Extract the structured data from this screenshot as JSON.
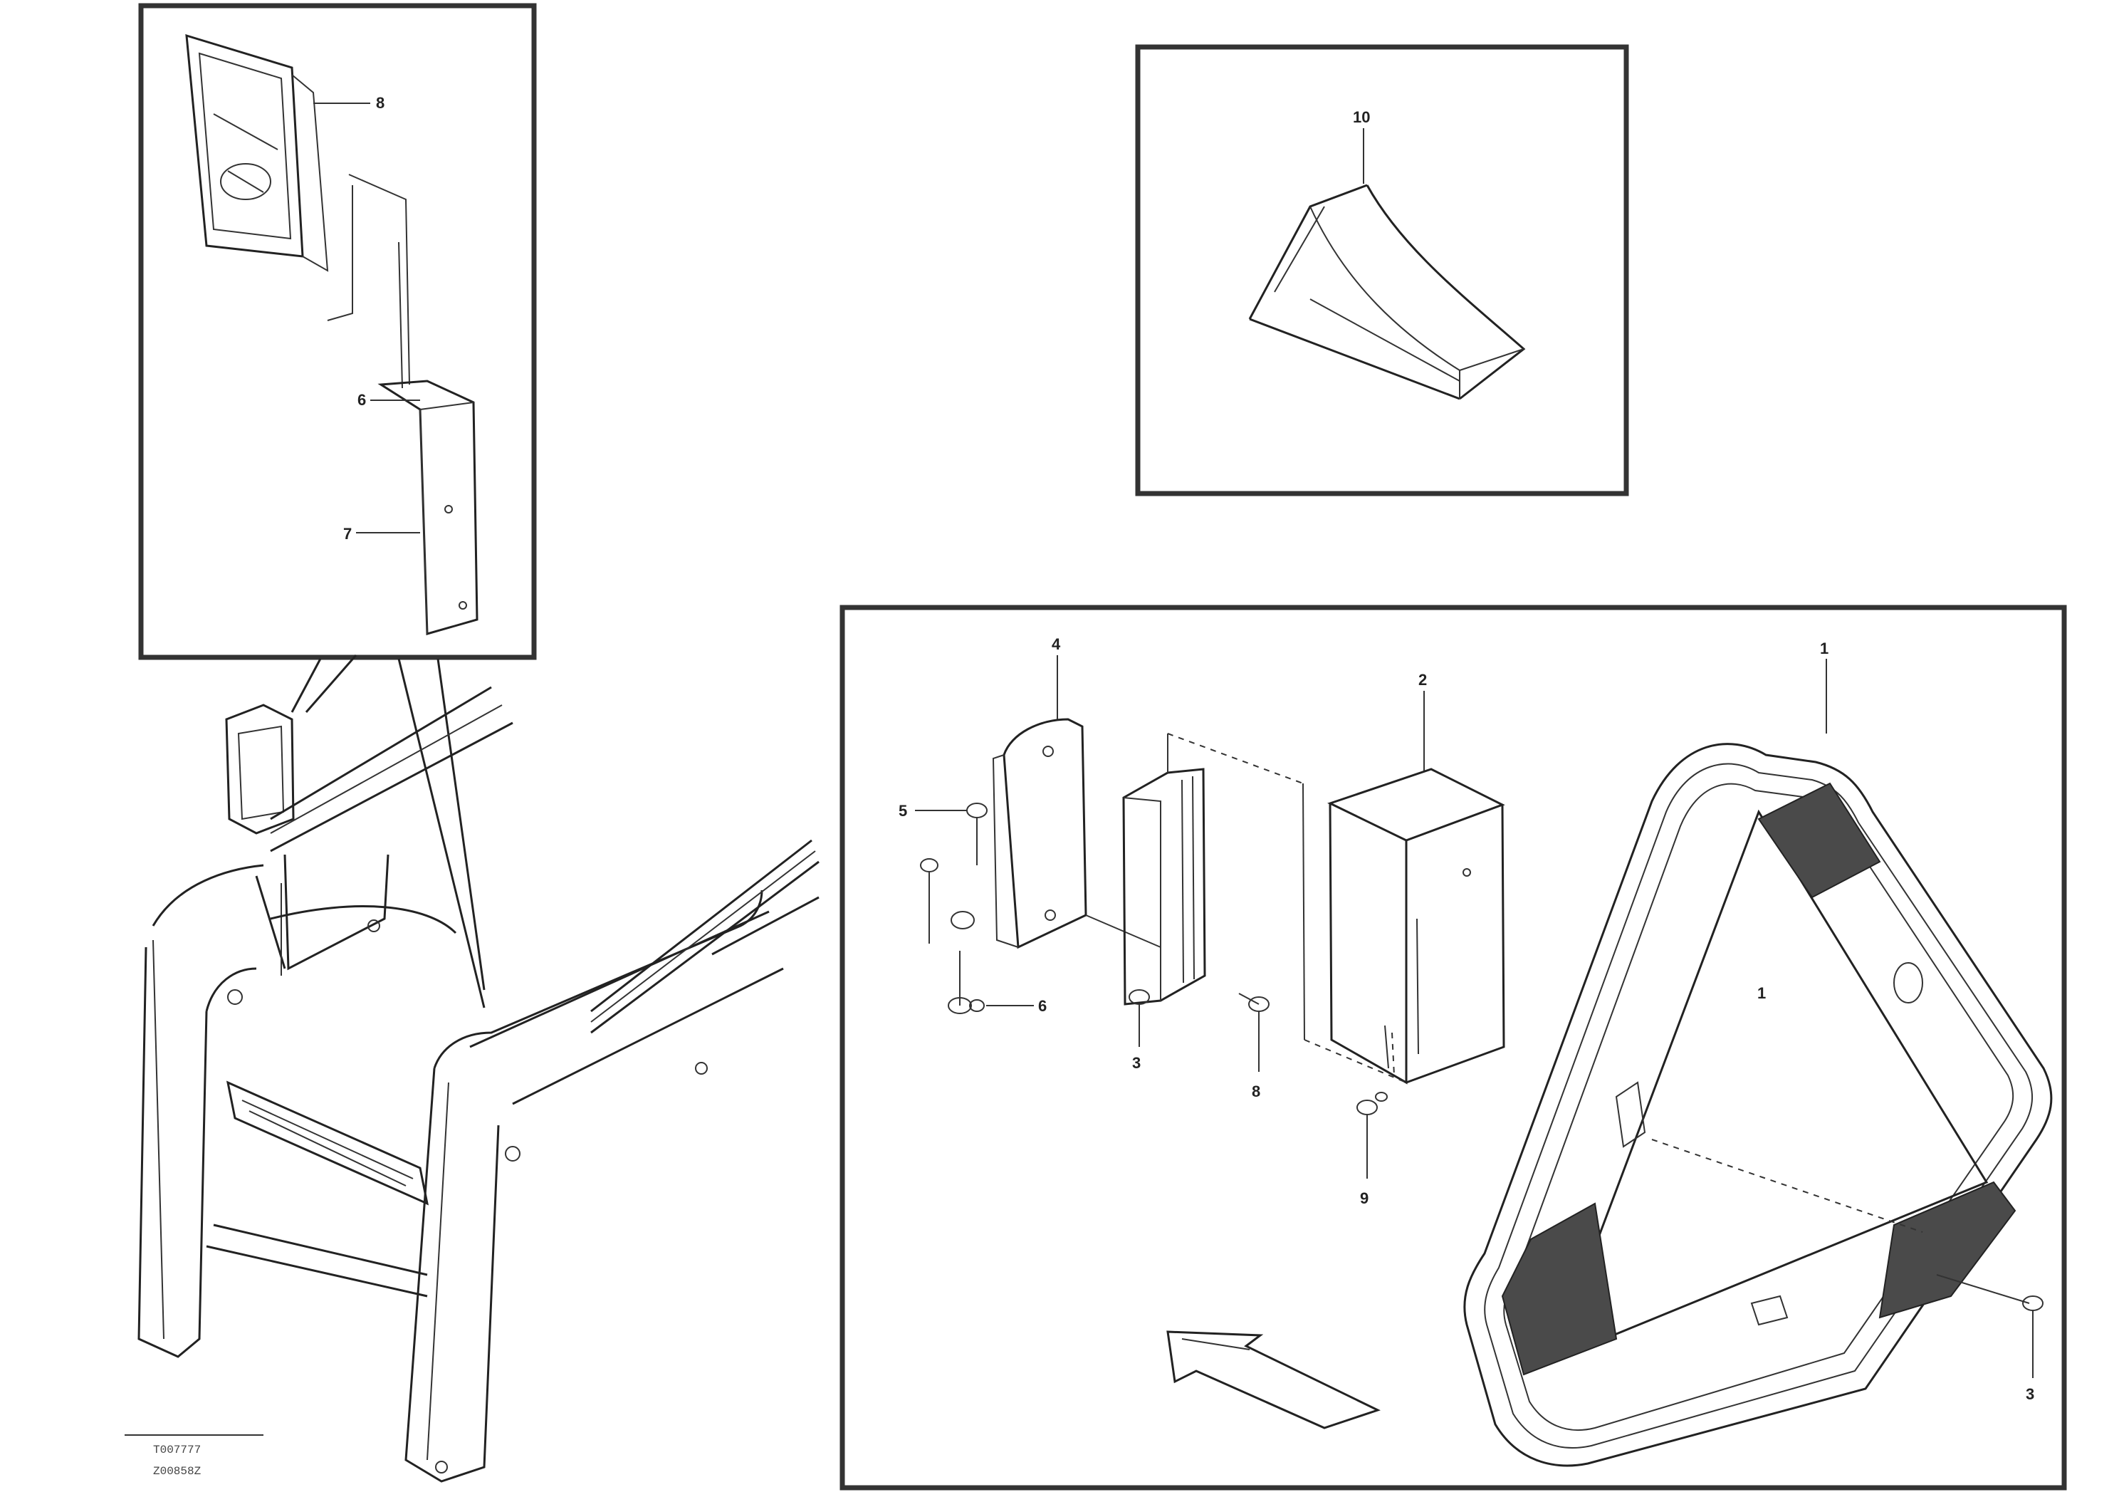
{
  "diagram": {
    "callouts": {
      "mirror": "8",
      "bracket_top": "6",
      "bracket_side": "7",
      "chock": "10",
      "reflector_bracket": "4",
      "bolt_left": "5",
      "nut_left": "6",
      "washer_mid": "3",
      "screw_mid": "8",
      "box": "2",
      "bolt_box": "9",
      "triangle": "1",
      "triangle_center": "1",
      "bolt_right": "3"
    },
    "stamp": {
      "line1": "T007777",
      "line2": "Z00858Z"
    }
  }
}
